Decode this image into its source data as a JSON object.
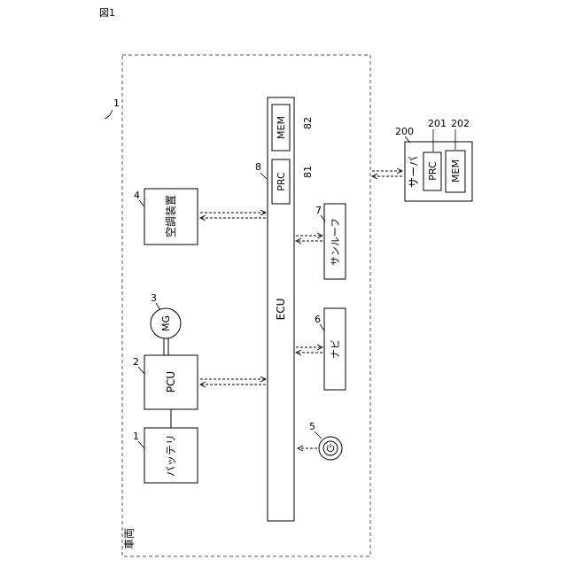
{
  "figure_label": "図1",
  "vehicle": {
    "ref": "1",
    "label": "車両"
  },
  "battery": {
    "ref": "1",
    "label": "バッテリ"
  },
  "pcu": {
    "ref": "2",
    "label": "PCU"
  },
  "mg": {
    "ref": "3",
    "label": "MG"
  },
  "aircon": {
    "ref": "4",
    "label": "空調装置"
  },
  "button": {
    "ref": "5"
  },
  "navi": {
    "ref": "6",
    "label": "ナビ"
  },
  "sunroof": {
    "ref": "7",
    "label": "サンルーフ"
  },
  "ecu": {
    "ref": "8",
    "label": "ECU"
  },
  "ecu_prc": {
    "ref": "81",
    "label": "PRC"
  },
  "ecu_mem": {
    "ref": "82",
    "label": "MEM"
  },
  "server": {
    "ref": "200",
    "label": "サーバ"
  },
  "server_prc": {
    "ref": "201",
    "label": "PRC"
  },
  "server_mem": {
    "ref": "202",
    "label": "MEM"
  }
}
